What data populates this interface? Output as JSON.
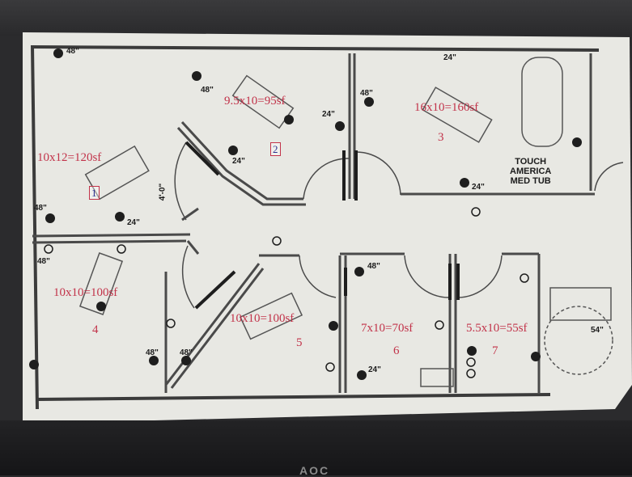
{
  "rooms": [
    {
      "number": "1",
      "area_label": "10x12=120sf"
    },
    {
      "number": "2",
      "area_label": "9.5x10=95sf"
    },
    {
      "number": "3",
      "area_label": "16x10=160sf"
    },
    {
      "number": "4",
      "area_label": "10x10=100sf"
    },
    {
      "number": "5",
      "area_label": "10x10=100sf"
    },
    {
      "number": "6",
      "area_label": "7x10=70sf"
    },
    {
      "number": "7",
      "area_label": "5.5x10=55sf"
    }
  ],
  "fixture": {
    "line1": "TOUCH",
    "line2": "AMERICA",
    "line3": "MED TUB"
  },
  "dims": {
    "d48_a": "48\"",
    "d48_b": "48\"",
    "d48_c": "48\"",
    "d48_d": "48\"",
    "d48_e": "48\"",
    "d48_f": "48\"",
    "d48_g": "48\"",
    "d48_h": "48\"",
    "d24_a": "24\"",
    "d24_b": "24\"",
    "d24_c": "24\"",
    "d24_d": "24\"",
    "d24_e": "24\"",
    "d24_f": "24\"",
    "d54": "54\"",
    "d4": "4'-0\""
  },
  "monitor_brand": "AOC",
  "colors": {
    "annotation": "#c2334a",
    "tag_text": "#2b2f8e",
    "paper": "#e9e9e4"
  }
}
